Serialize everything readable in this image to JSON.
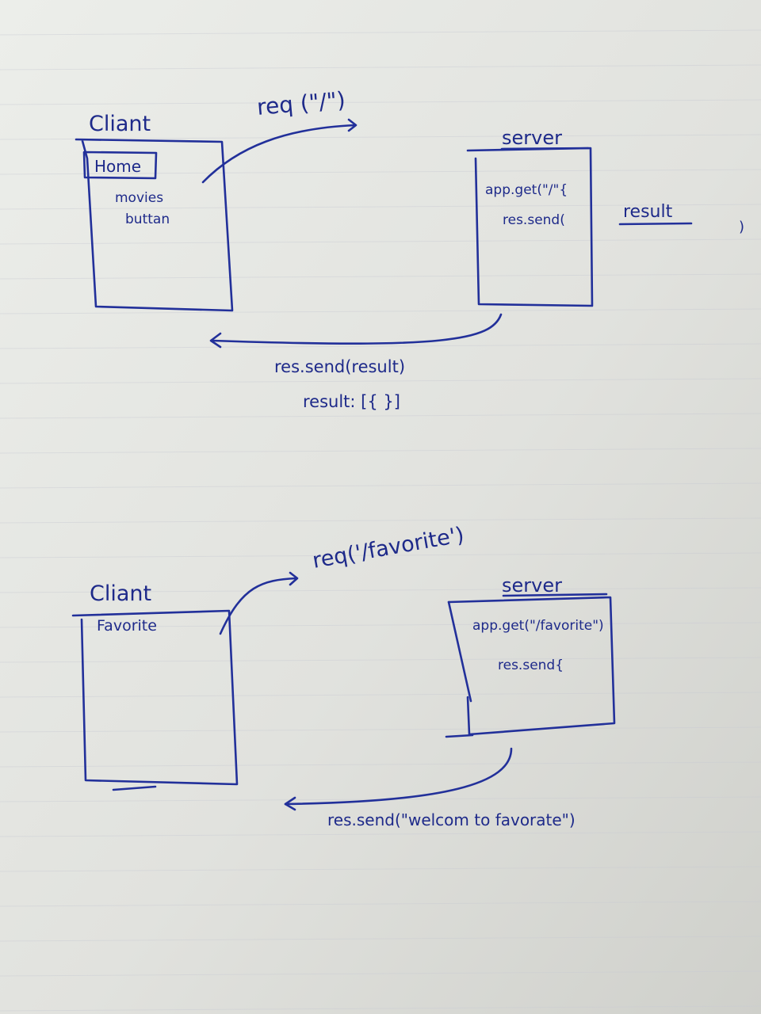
{
  "diagram_top": {
    "client_label": "Cliant",
    "home_tab": "Home",
    "client_body_line1": "movies",
    "client_body_line2": "buttan",
    "request_label": "req (\"/\")",
    "server_label": "server",
    "server_line1": "app.get(\"/\"{",
    "server_line2": "res.send(",
    "server_result": "result",
    "server_close": ")",
    "response_line1": "res.send(result)",
    "response_line2": "result: [{ }]"
  },
  "diagram_bottom": {
    "client_label": "Cliant",
    "client_body": "Favorite",
    "request_label": "req('/favorite')",
    "server_label": "server",
    "server_line1": "app.get(\"/favorite\")",
    "server_line2": "res.send{",
    "response_label": "res.send(\"welcom to favorate\")"
  },
  "colors": {
    "paper": "#e2e3df",
    "ink": "#22309a"
  }
}
